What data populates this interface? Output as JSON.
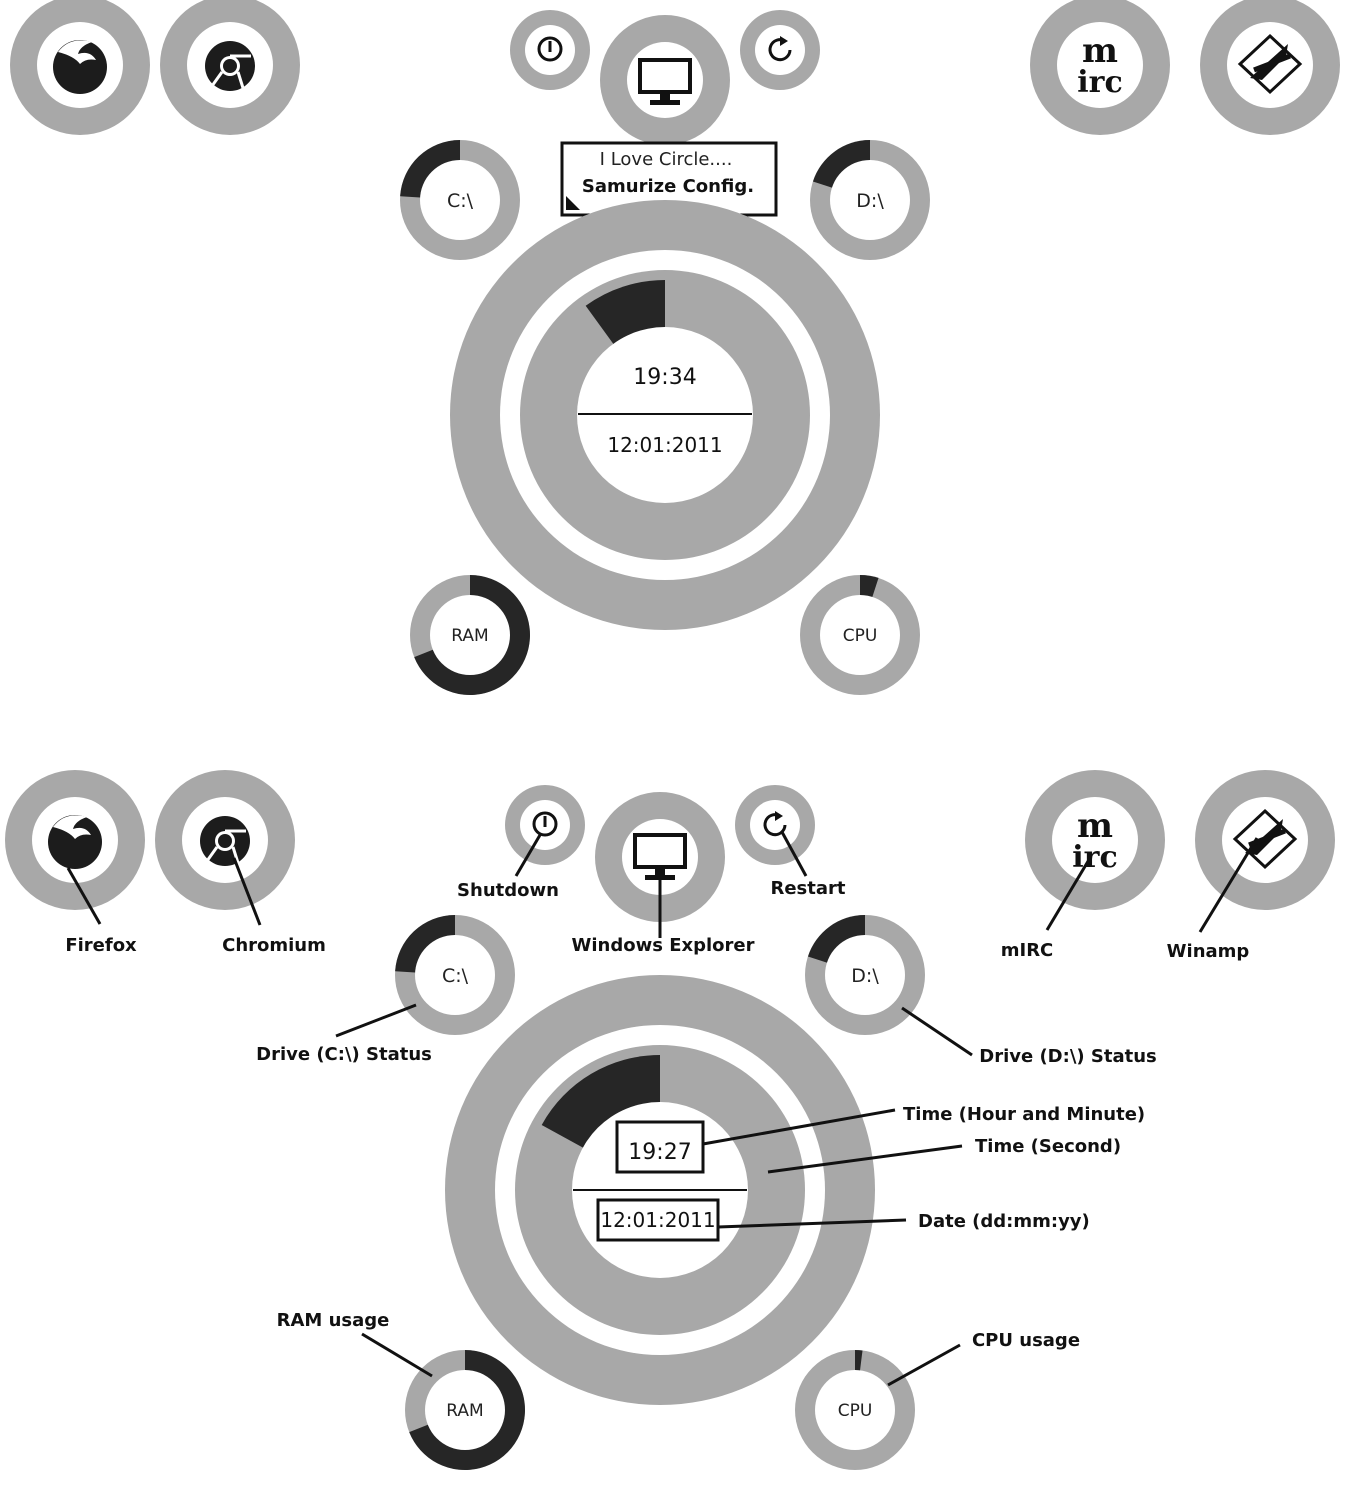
{
  "colors": {
    "ring": "#a8a8a8",
    "fill": "#262626",
    "bg": "#ffffff",
    "text": "#111111"
  },
  "top": {
    "launchers": {
      "firefox": {
        "icon": "firefox-icon"
      },
      "chromium": {
        "icon": "chromium-icon"
      },
      "shutdown": {
        "icon": "power-icon"
      },
      "explorer": {
        "icon": "monitor-icon"
      },
      "restart": {
        "icon": "restart-icon"
      },
      "mirc": {
        "icon": "mirc-icon"
      },
      "winamp": {
        "icon": "winamp-icon"
      }
    },
    "banner": {
      "line1": "I Love Circle....",
      "line2": "Samurize Config."
    },
    "drive_c": {
      "label": "C:\\",
      "used_fraction": 0.24
    },
    "drive_d": {
      "label": "D:\\",
      "used_fraction": 0.2
    },
    "clock": {
      "time": "19:34",
      "date": "12:01:2011",
      "seconds_fraction": 0.1
    },
    "ram": {
      "label": "RAM",
      "used_fraction": 0.69
    },
    "cpu": {
      "label": "CPU",
      "used_fraction": 0.05
    }
  },
  "bottom": {
    "drive_c": {
      "label": "C:\\",
      "used_fraction": 0.24
    },
    "drive_d": {
      "label": "D:\\",
      "used_fraction": 0.2
    },
    "clock": {
      "time": "19:27",
      "date": "12:01:2011",
      "seconds_fraction": 0.17
    },
    "ram": {
      "label": "RAM",
      "used_fraction": 0.69
    },
    "cpu": {
      "label": "CPU",
      "used_fraction": 0.02
    },
    "callouts": {
      "firefox": "Firefox",
      "chromium": "Chromium",
      "shutdown": "Shutdown",
      "explorer": "Windows Explorer",
      "restart": "Restart",
      "mirc": "mIRC",
      "winamp": "Winamp",
      "drive_c": "Drive (C:\\) Status",
      "drive_d": "Drive (D:\\) Status",
      "time_hm": "Time (Hour and Minute)",
      "time_sec": "Time (Second)",
      "date": "Date (dd:mm:yy)",
      "ram": "RAM usage",
      "cpu": "CPU usage"
    }
  }
}
